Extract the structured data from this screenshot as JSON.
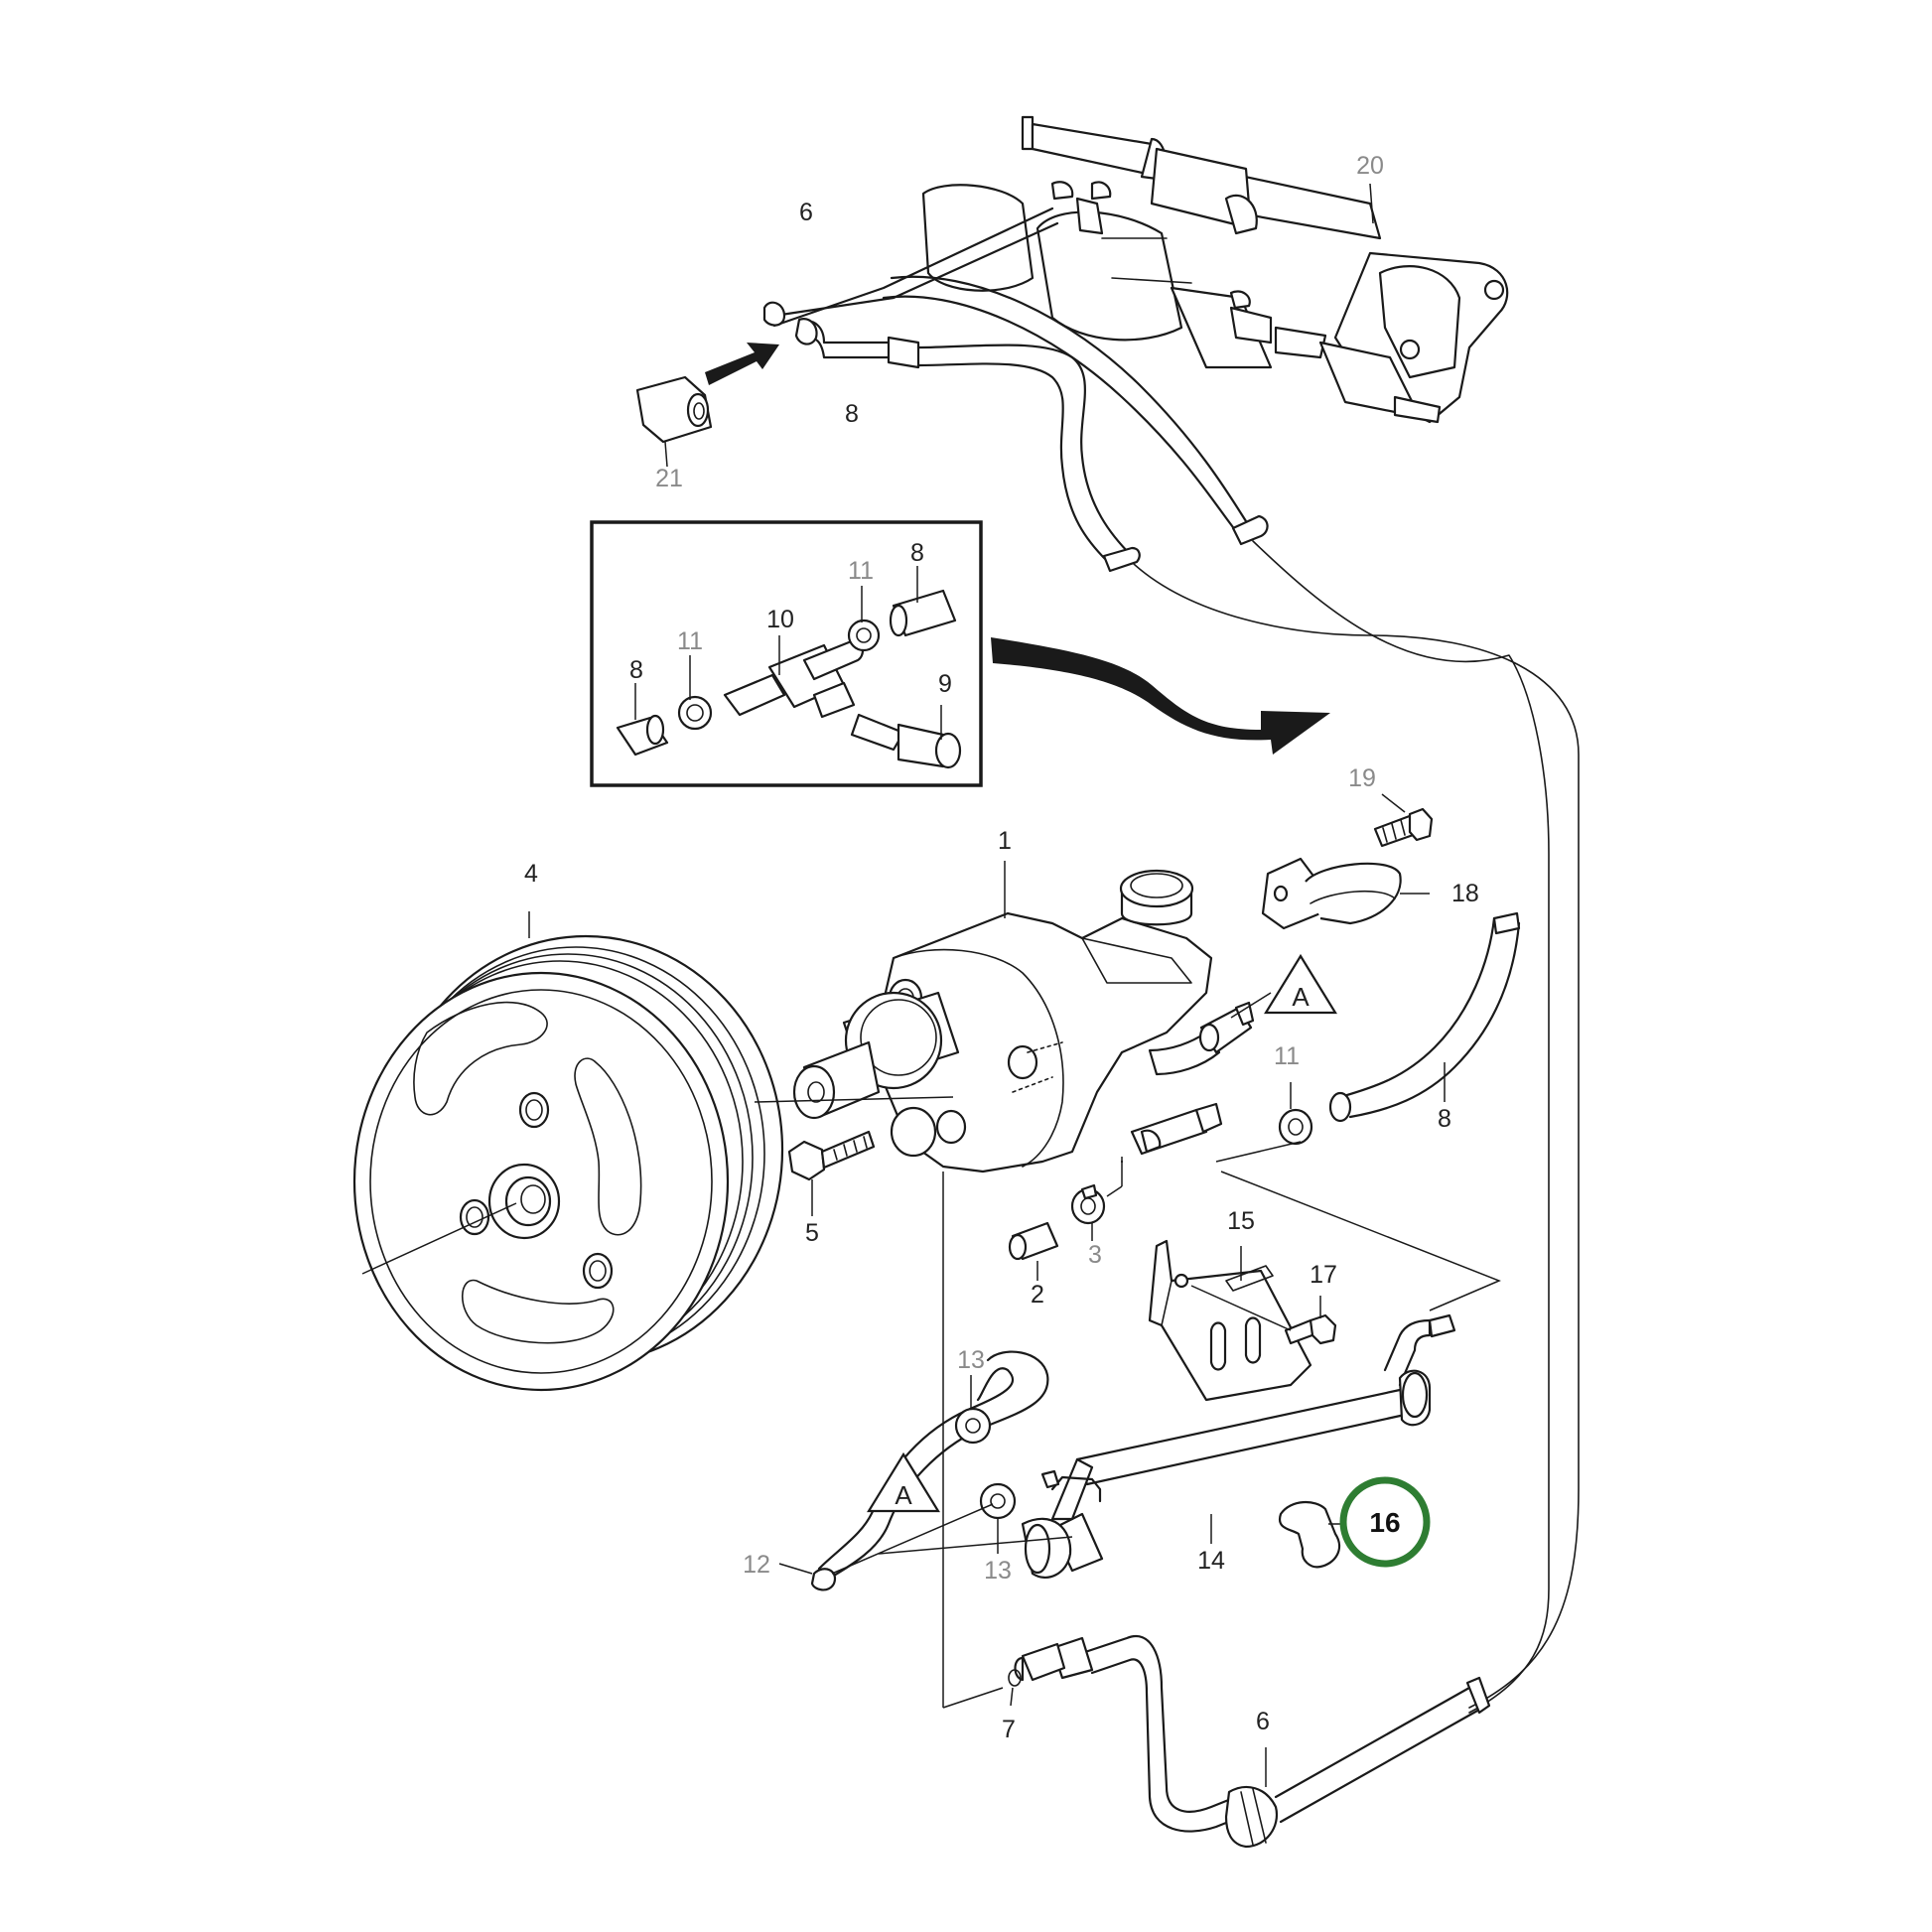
{
  "diagram": {
    "highlight_color": "#2e7d32",
    "callouts": {
      "c1": "1",
      "c2": "2",
      "c3": "3",
      "c4": "4",
      "c5": "5",
      "c6_top": "6",
      "c6_bottom": "6",
      "c7": "7",
      "c8_top": "8",
      "c8_inset_left": "8",
      "c8_inset_right": "8",
      "c8_right": "8",
      "c9": "9",
      "c10": "10",
      "c11_inset_left": "11",
      "c11_inset_right": "11",
      "c11_pump": "11",
      "c12": "12",
      "c13_top": "13",
      "c13_bottom": "13",
      "c14": "14",
      "c15": "15",
      "c16": "16",
      "c17": "17",
      "c18": "18",
      "c19": "19",
      "c20": "20",
      "c21": "21"
    },
    "markers": {
      "a_right": "A",
      "a_left": "A"
    }
  }
}
